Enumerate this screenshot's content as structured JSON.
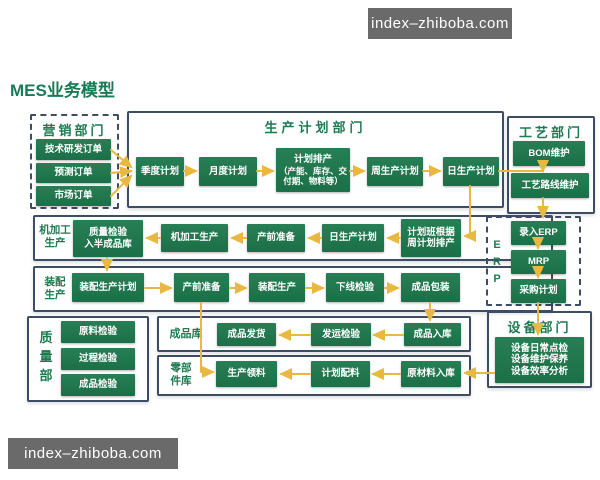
{
  "watermark_top": "index–zhiboba.com",
  "watermark_bottom": "index–zhiboba.com",
  "title": "MES业务模型",
  "marketing": {
    "title": "营销部门",
    "orders": [
      "技术研发订单",
      "预测订单",
      "市场订单"
    ]
  },
  "planning": {
    "title": "生产计划部门",
    "quarterly": "季度计划",
    "monthly": "月度计划",
    "sched_title": "计划排产",
    "sched_detail": "（产能、库存、交付期、物料等）",
    "weekly": "周生产计划",
    "daily": "日生产计划"
  },
  "process": {
    "title": "工艺部门",
    "bom": "BOM维护",
    "route": "工艺路线维护"
  },
  "machining": {
    "label": [
      "机加工",
      "生产"
    ],
    "inspect": [
      "质量检验",
      "入半成品库"
    ],
    "produce": "机加工生产",
    "prep": "产前准备",
    "daily": "日生产计划",
    "team": [
      "计划班根据",
      "周计划排产"
    ]
  },
  "assembly": {
    "label": [
      "装配",
      "生产"
    ],
    "plan": "装配生产计划",
    "prep": "产前准备",
    "produce": "装配生产",
    "offline": "下线检验",
    "pack": "成品包装"
  },
  "quality": {
    "label": [
      "质",
      "量",
      "部"
    ],
    "items": [
      "原料检验",
      "过程检验",
      "成品检验"
    ]
  },
  "finished": {
    "label": "成品库",
    "ship": "成品发货",
    "inspect": "发运检验",
    "stock": "成品入库"
  },
  "parts": {
    "label": [
      "零部",
      "件库"
    ],
    "pick": "生产领料",
    "batch": "计划配料",
    "raw": "原材料入库"
  },
  "erp": {
    "label": [
      "E",
      "R",
      "P"
    ],
    "entry": "录入ERP",
    "mrp": "MRP",
    "purchase": "采购计划"
  },
  "equipment": {
    "title": "设备部门",
    "lines": [
      "设备日常点检",
      "设备维护保养",
      "设备效率分析"
    ]
  },
  "colors": {
    "box_green": "#1F7A50",
    "accent_yellow": "#E9B840",
    "border_dark": "#3D4D66",
    "watermark_bg": "#6A6A6A"
  }
}
